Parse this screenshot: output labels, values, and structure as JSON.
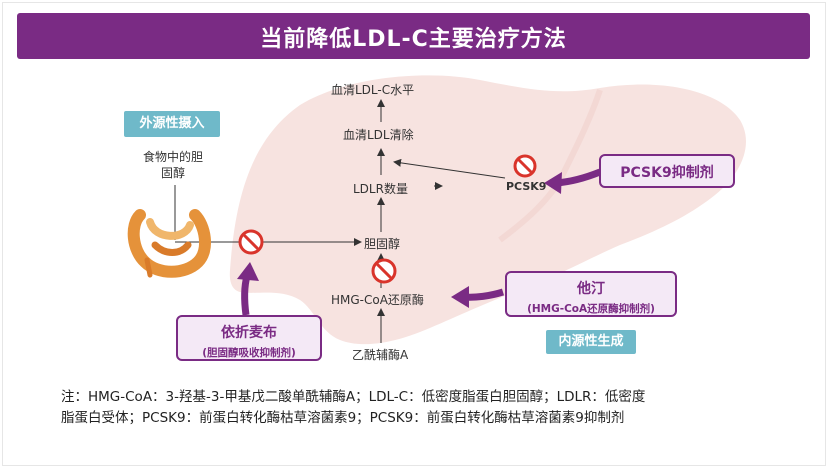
{
  "title": "当前降低LDL-C主要治疗方法",
  "nodes": {
    "serum_ldl": "血清LDL-C水平",
    "ldl_clearance": "血清LDL清除",
    "ldlr_count": "LDLR数量",
    "cholesterol": "胆固醇",
    "hmg_coa": "HMG-CoA还原酶",
    "acetyl_coa": "乙酰辅酶A",
    "food_chol": "食物中的胆固醇",
    "pcsk9": "PCSK9"
  },
  "sources": {
    "exogenous": "外源性摄入",
    "endogenous": "内源性生成"
  },
  "drugs": {
    "pcsk9_inhibitor": "PCSK9抑制剂",
    "statin": "他汀",
    "statin_desc": "(HMG-CoA还原酶抑制剂)",
    "ezetimibe": "依折麦布",
    "ezetimibe_desc": "(胆固醇吸收抑制剂)"
  },
  "notes": [
    "注：HMG-CoA：3-羟基-3-甲基戊二酸单酰辅酶A；LDL-C：低密度脂蛋白胆固醇；LDLR：低密度",
    "脂蛋白受体；PCSK9：前蛋白转化酶枯草溶菌素9；PCSK9：前蛋白转化酶枯草溶菌素9抑制剂"
  ],
  "colors": {
    "header": "#7a2b84",
    "teal": "#6fb9c9",
    "liver": "#f7e3e0",
    "inhibit_red": "#d9342b",
    "drug_box_fill": "#f4e9f6"
  }
}
